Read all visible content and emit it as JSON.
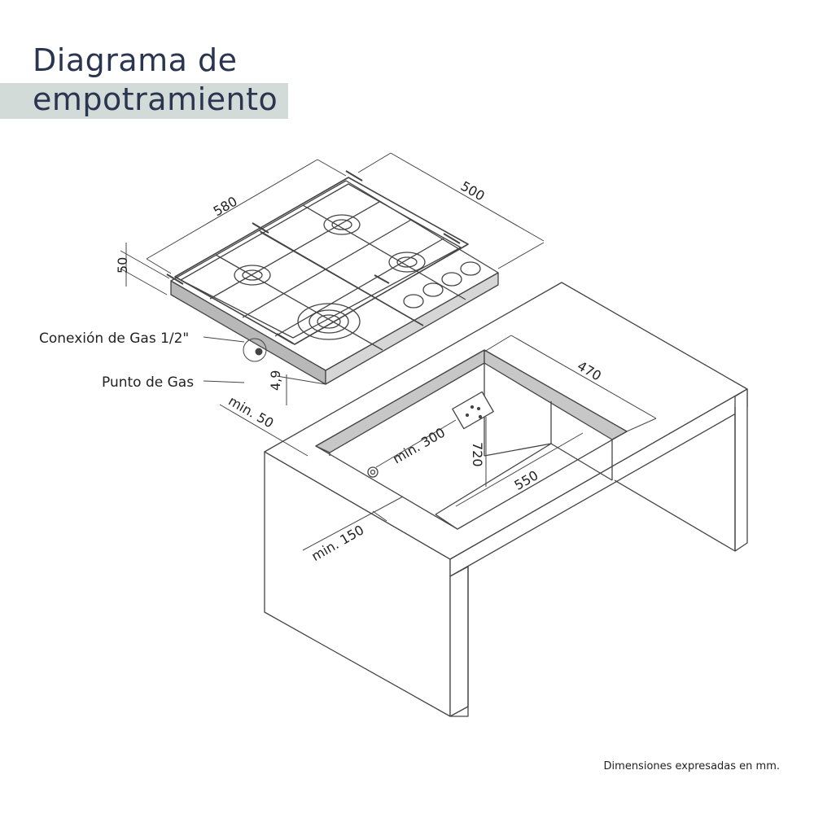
{
  "title": {
    "line1": "Diagrama de",
    "line2": "empotramiento"
  },
  "labels": {
    "gas_connection": "Conexión de Gas 1/2\"",
    "gas_point": "Punto de Gas"
  },
  "dimensions": {
    "width_580": "580",
    "depth_500": "500",
    "height_50": "50",
    "offset_49": "4,9",
    "min_50": "min. 50",
    "min_300": "min. 300",
    "cut_470": "470",
    "cut_550": "550",
    "height_720": "720",
    "min_150": "min. 150"
  },
  "footnote": "Dimensiones expresadas en mm.",
  "colors": {
    "title": "#2a3550",
    "band": "#d3dbd9",
    "line": "#444444",
    "cooktop_side": "#b8b8b8",
    "cutout": "#c7c7c7"
  }
}
